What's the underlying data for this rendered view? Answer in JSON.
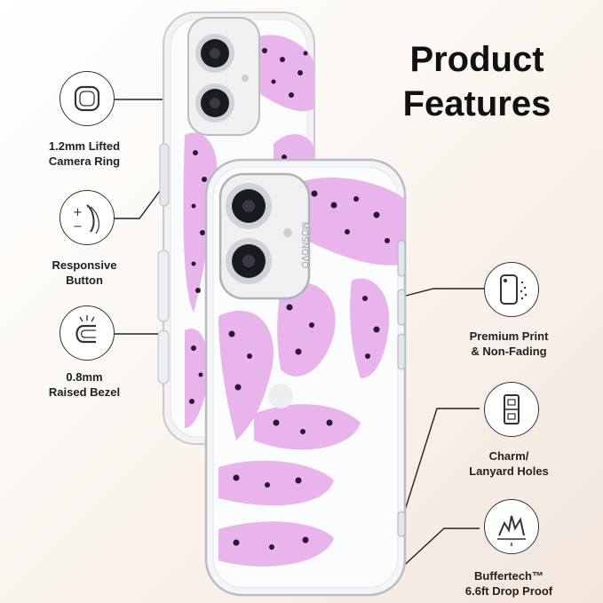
{
  "header": {
    "title_line1": "Product",
    "title_line2": "Features"
  },
  "brand": "MOSNOVO",
  "features": [
    {
      "id": "camera-ring",
      "line1": "1.2mm Lifted",
      "line2": "Camera Ring",
      "icon": "camera-ring-icon"
    },
    {
      "id": "responsive-button",
      "line1": "Responsive",
      "line2": "Button",
      "icon": "responsive-button-icon"
    },
    {
      "id": "raised-bezel",
      "line1": "0.8mm",
      "line2": "Raised Bezel",
      "icon": "raised-bezel-icon"
    },
    {
      "id": "premium-print",
      "line1": "Premium Print",
      "line2": "& Non-Fading",
      "icon": "premium-print-icon"
    },
    {
      "id": "lanyard-holes",
      "line1": "Charm/",
      "line2": "Lanyard Holes",
      "icon": "lanyard-holes-icon"
    },
    {
      "id": "drop-proof",
      "line1": "Buffertech™",
      "line2": "6.6ft Drop Proof",
      "icon": "drop-proof-icon"
    }
  ],
  "colors": {
    "pattern_pink": "#e9b4ec",
    "pattern_dark": "#2a1830",
    "line": "#222222"
  }
}
